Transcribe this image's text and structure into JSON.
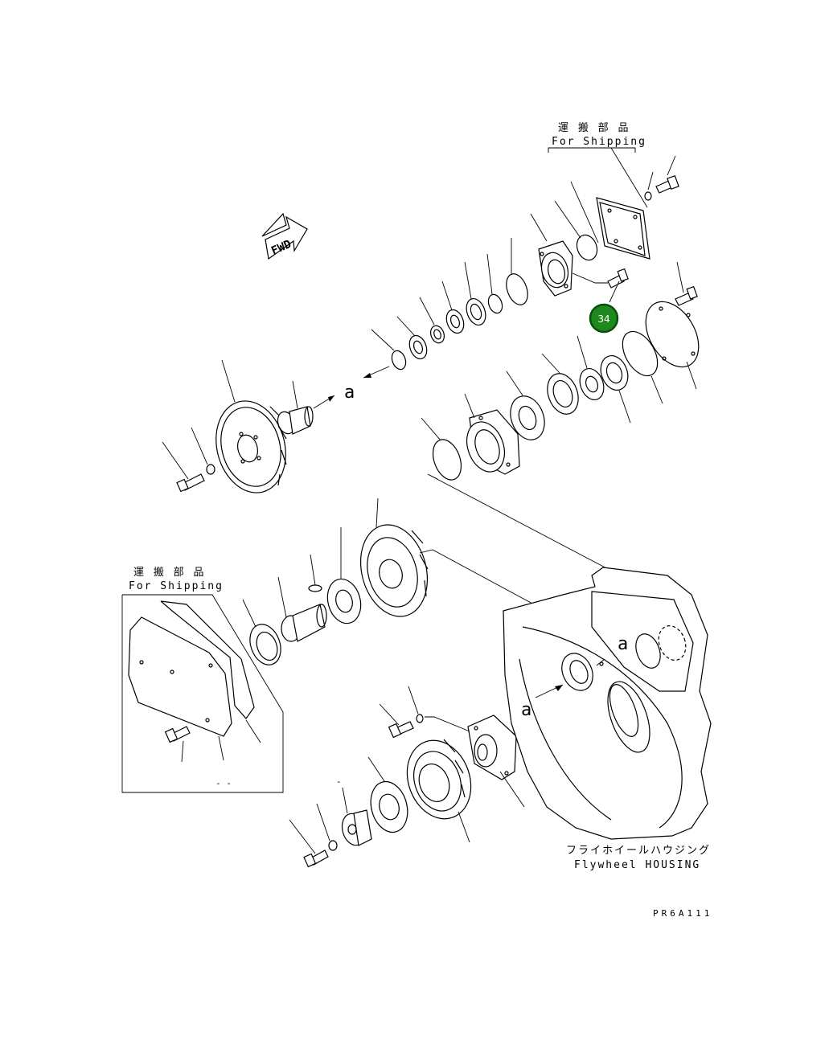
{
  "texts": {
    "shipping_jp_top": "運 搬 部 品",
    "shipping_en_top": "For Shipping",
    "shipping_jp_left": "運 搬 部 品",
    "shipping_en_left": "For Shipping",
    "housing_jp": "フライホイールハウジング",
    "housing_en": "Flywheel HOUSING",
    "fwd": "FWD",
    "section_a1": "a",
    "section_a2": "a",
    "section_a3": "a",
    "drawing_ref": "PR6A111",
    "left_box_note": "- -",
    "stray_dash": "-"
  },
  "callout": {
    "number": "34",
    "fill_color": "#1e8a1e",
    "ring_color": "#0b4d0b",
    "text_color": "#ffffff"
  }
}
